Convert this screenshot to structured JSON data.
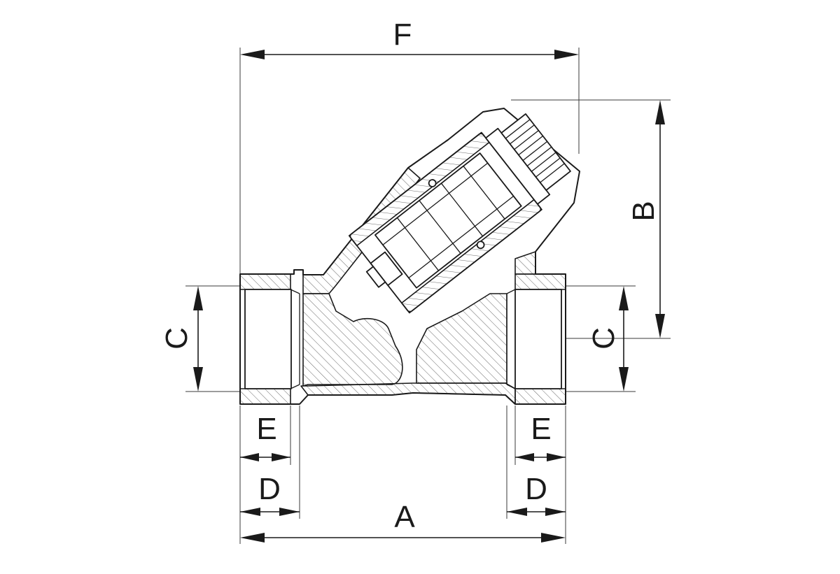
{
  "labels": {
    "F": "F",
    "B": "B",
    "C_left": "C",
    "C_right": "C",
    "E_left": "E",
    "E_right": "E",
    "D_left": "D",
    "D_right": "D",
    "A": "A"
  },
  "colors": {
    "line": "#1a1a1a",
    "background": "#ffffff"
  }
}
